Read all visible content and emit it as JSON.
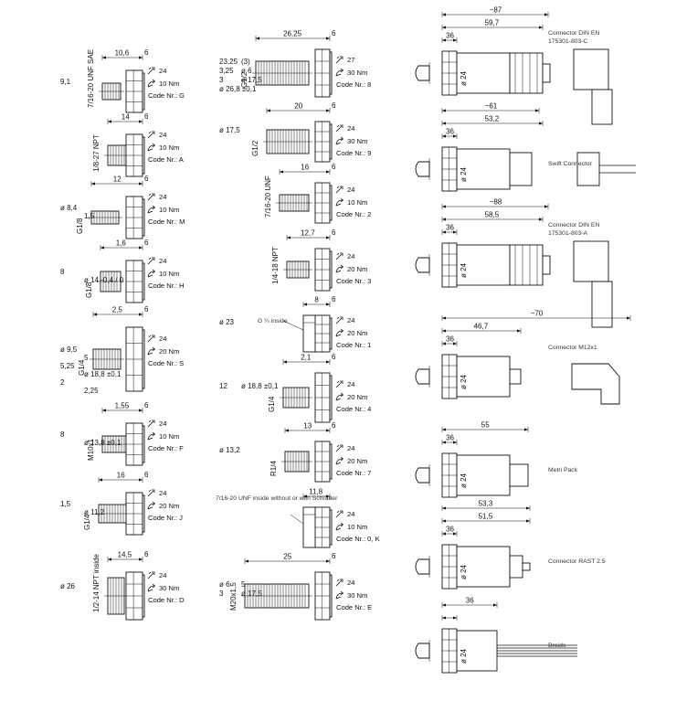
{
  "left_column": [
    {
      "thread": "7/16-20 UNF SAE",
      "dims": [
        "10,6",
        "6",
        "9,1"
      ],
      "wrench": "24",
      "torque": "10 Nm",
      "code": "Code Nr.: G"
    },
    {
      "thread": "1/8-27 NPT",
      "dims": [
        "14",
        "6"
      ],
      "wrench": "24",
      "torque": "10 Nm",
      "code": "Code Nr.: A"
    },
    {
      "thread": "G1/8",
      "dims": [
        "12",
        "6",
        "ø 8,4",
        "1,5"
      ],
      "wrench": "24",
      "torque": "10 Nm",
      "code": "Code Nr.: M"
    },
    {
      "thread": "G1/8",
      "dims": [
        "1,6",
        "6",
        "8",
        "ø 14 -0,4 / 0"
      ],
      "wrench": "24",
      "torque": "10 Nm",
      "code": "Code Nr.: H"
    },
    {
      "thread": "G1/4",
      "dims": [
        "2,5",
        "6",
        "ø 9,5",
        "5",
        "5,25",
        "ø 18,8 ±0,1",
        "2",
        "2,25"
      ],
      "wrench": "24",
      "torque": "20 Nm",
      "code": "Code Nr.: S"
    },
    {
      "thread": "M10x1",
      "dims": [
        "1,55",
        "6",
        "8",
        "ø 13,8 ±0,1"
      ],
      "wrench": "24",
      "torque": "10 Nm",
      "code": "Code Nr.: F"
    },
    {
      "thread": "G1/4",
      "dims": [
        "16",
        "6",
        "1,5",
        "ø 11,2"
      ],
      "wrench": "24",
      "torque": "20 Nm",
      "code": "Code Nr.: J"
    },
    {
      "thread": "1/2-14 NPT inside",
      "dims": [
        "14,5",
        "6",
        "ø 26"
      ],
      "wrench": "24",
      "torque": "30 Nm",
      "code": "Code Nr.: D"
    }
  ],
  "mid_column": [
    {
      "thread": "G1/2",
      "dims": [
        "26,25",
        "6",
        "23,25",
        "(3)",
        "3,25",
        "ø 6",
        "3",
        "ø 17,5",
        "ø 26,8 ±0,1"
      ],
      "wrench": "27",
      "torque": "30 Nm",
      "code": "Code Nr.: 8"
    },
    {
      "thread": "G1/2",
      "dims": [
        "20",
        "6",
        "ø 17,5"
      ],
      "wrench": "24",
      "torque": "30 Nm",
      "code": "Code Nr.: 9"
    },
    {
      "thread": "7/16-20 UNF",
      "dims": [
        "16",
        "6"
      ],
      "wrench": "24",
      "torque": "10 Nm",
      "code": "Code Nr.: 2"
    },
    {
      "thread": "1/4-18 NPT",
      "dims": [
        "12,7",
        "6"
      ],
      "wrench": "24",
      "torque": "20 Nm",
      "code": "Code Nr.: 3"
    },
    {
      "thread": "G ¼ inside",
      "dims": [
        "8",
        "6",
        "ø 23"
      ],
      "wrench": "24",
      "torque": "20 Nm",
      "code": "Code Nr.: 1"
    },
    {
      "thread": "G1/4",
      "dims": [
        "2,1",
        "6",
        "12",
        "ø 18,8 ±0,1"
      ],
      "wrench": "24",
      "torque": "20 Nm",
      "code": "Code Nr.: 4"
    },
    {
      "thread": "R1/4",
      "dims": [
        "13",
        "6",
        "ø 13,2"
      ],
      "wrench": "24",
      "torque": "20 Nm",
      "code": "Code Nr.: 7"
    },
    {
      "thread": "7/16-20 UNF inside without or with Schrader",
      "dims": [
        "11,8"
      ],
      "wrench": "24",
      "torque": "10 Nm",
      "code": "Code Nr.: 0, K"
    },
    {
      "thread": "M20x1,5",
      "dims": [
        "25",
        "6",
        "ø 6",
        "5",
        "3",
        "ø 17,5"
      ],
      "wrench": "24",
      "torque": "30 Nm",
      "code": "Code Nr.: E"
    }
  ],
  "right_column": [
    {
      "name": "Connector DIN EN 175301-803-C",
      "name_lines": [
        "Connector DIN EN",
        "175301-803-C"
      ],
      "total": "~87",
      "length": "59,7",
      "base": "36",
      "dia": "ø 24"
    },
    {
      "name": "Swift Connector",
      "name_lines": [
        "Swift Connector"
      ],
      "total": "~61",
      "length": "53,2",
      "base": "36",
      "dia": "ø 24"
    },
    {
      "name": "Connector DIN EN 175301-803-A",
      "name_lines": [
        "Connector DIN EN",
        "175301-803-A"
      ],
      "total": "~88",
      "length": "58,5",
      "base": "36",
      "dia": "ø 24"
    },
    {
      "name": "Connector M12x1",
      "name_lines": [
        "Connector M12x1"
      ],
      "total": "~70",
      "length": "46,7",
      "base": "36",
      "dia": "ø 24"
    },
    {
      "name": "Metri Pack",
      "name_lines": [
        "Metri Pack"
      ],
      "total": "",
      "length": "55",
      "base": "36",
      "dia": "ø 24"
    },
    {
      "name": "Connector RAST 2.5",
      "name_lines": [
        "Connector RAST 2.5"
      ],
      "total": "53,3",
      "length": "51,5",
      "base": "36",
      "dia": "ø 24"
    },
    {
      "name": "Braids",
      "name_lines": [
        "Braids"
      ],
      "total": "",
      "length": "36",
      "base": "",
      "dia": "ø 24"
    }
  ]
}
